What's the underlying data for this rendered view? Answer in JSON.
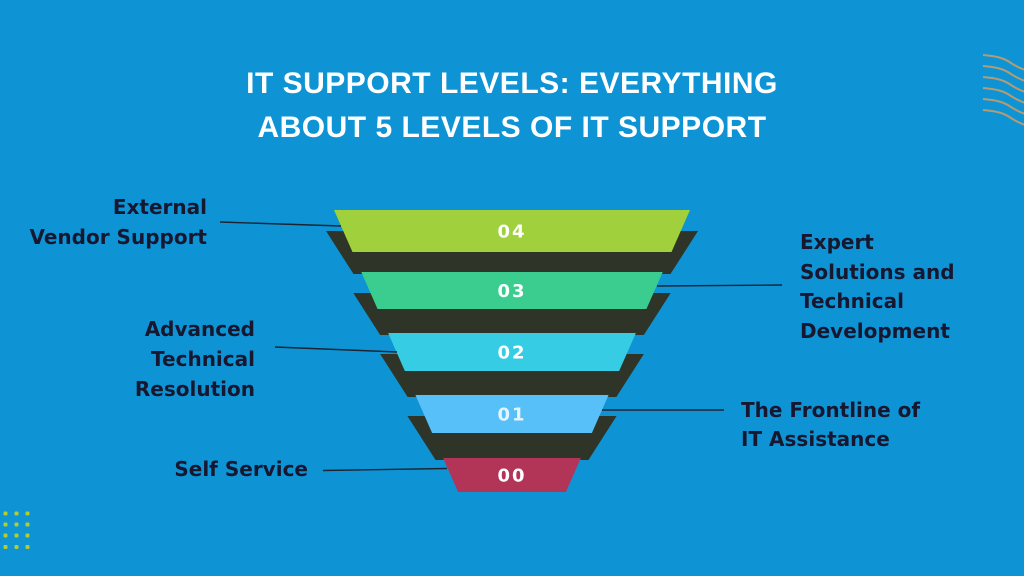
{
  "canvas": {
    "background": "#0e94d4"
  },
  "header": {
    "title": "IT SUPPORT LEVELS: EVERYTHING\nABOUT 5 LEVELS OF IT SUPPORT",
    "color": "#ffffff"
  },
  "funnel": {
    "shadow_color": "#2e3427",
    "number_color": "#ffffff",
    "levels": [
      {
        "label": "04",
        "color": "#a0d03b"
      },
      {
        "label": "03",
        "color": "#3bcd90"
      },
      {
        "label": "02",
        "color": "#36cde4"
      },
      {
        "label": "01",
        "color": "#58c0f8"
      },
      {
        "label": "00",
        "color": "#b23558"
      }
    ]
  },
  "callouts": {
    "text_color": "#17172f",
    "external_vendor": "External\nVendor Support",
    "advanced_technical": "Advanced\nTechnical\nResolution",
    "self_service": "Self Service",
    "expert_solutions": "Expert\nSolutions and\nTechnical\nDevelopment",
    "frontline": "The Frontline of\nIT Assistance"
  },
  "decorations": {
    "wave_color": "#b49b74",
    "dot_color": "#b6cd30",
    "connector_color": "#1c2533"
  }
}
